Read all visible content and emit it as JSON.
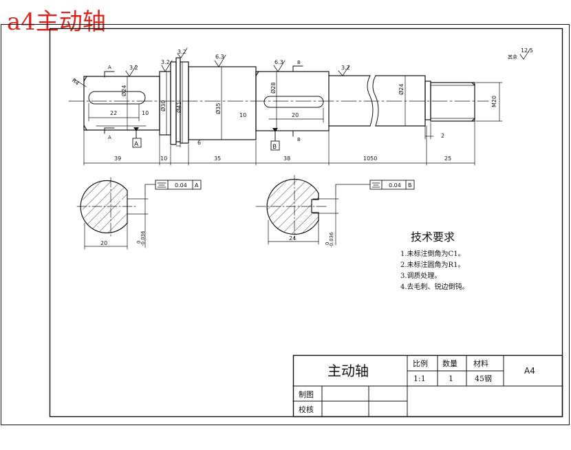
{
  "overlay_title": "a4主动轴",
  "dims": {
    "d_phi24_left": "Ø24",
    "d_phi30": "Ø30",
    "d_phi41": "Ø41",
    "d_phi35": "Ø35",
    "d_phi28": "Ø28",
    "d_phi24_right": "Ø24",
    "d_m20": "M20",
    "d_r4": "R4",
    "d_22": "22",
    "d_10a": "10",
    "d_10b": "10",
    "d_20": "20",
    "d_39": "39",
    "d_10c": "10",
    "d_35": "35",
    "d_38": "38",
    "d_1050": "1050",
    "d_25": "25",
    "d_6": "6",
    "d_2": "2",
    "sec_a_width": "20",
    "sec_b_width": "24",
    "sec_a_tol": "0",
    "sec_a_tol2": "-0.036",
    "sec_b_tol": "0",
    "sec_b_tol2": "-0.036"
  },
  "roughness": {
    "r1": "3.2",
    "r2": "3.2",
    "r3": "3.2",
    "r4": "6.3",
    "r5": "6.3",
    "r6": "3.2",
    "rest_prefix": "其余",
    "rest_value": "12.5"
  },
  "section_marks": {
    "a_top": "A",
    "a_bottom": "A",
    "b_top": "B",
    "b_bottom": "B"
  },
  "datums": {
    "a": "A",
    "b": "B"
  },
  "tolerance_a": {
    "value": "0.04",
    "datum": "A"
  },
  "tolerance_b": {
    "value": "0.04",
    "datum": "B"
  },
  "tech": {
    "heading": "技术要求",
    "items": [
      "1.未标注倒角为C1。",
      "2.未标注圆角为R1。",
      "3.调质处理。",
      "4.去毛刺、锐边倒钝。"
    ]
  },
  "title_block": {
    "part_name": "主动轴",
    "h_scale": "比例",
    "h_qty": "数量",
    "h_material": "材料",
    "v_scale": "1:1",
    "v_qty": "1",
    "v_material": "45钢",
    "sheet": "A4",
    "drawn_by": "制图",
    "checked_by": "校核"
  }
}
